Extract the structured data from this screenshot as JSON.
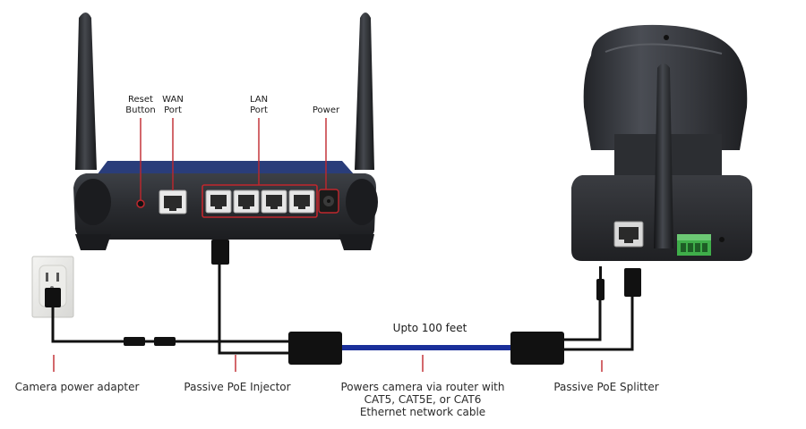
{
  "router_labels": {
    "reset_line1": "Reset",
    "reset_line2": "Button",
    "wan_line1": "WAN",
    "wan_line2": "Port",
    "lan_line1": "LAN",
    "lan_line2": "Port",
    "power": "Power"
  },
  "cable_label": "Upto 100 feet",
  "bottom_labels": {
    "adapter": "Camera power adapter",
    "injector": "Passive PoE Injector",
    "router_cable_line1": "Powers camera via router with",
    "router_cable_line2": "CAT5, CAT5E, or CAT6",
    "router_cable_line3": "Ethernet network cable",
    "splitter": "Passive PoE Splitter"
  },
  "colors": {
    "callout": "#c0272d",
    "ethernet_cable": "#1a2f9a",
    "device_dark": "#2b2d31",
    "wire": "#111111",
    "port_green": "#3fae4a"
  }
}
